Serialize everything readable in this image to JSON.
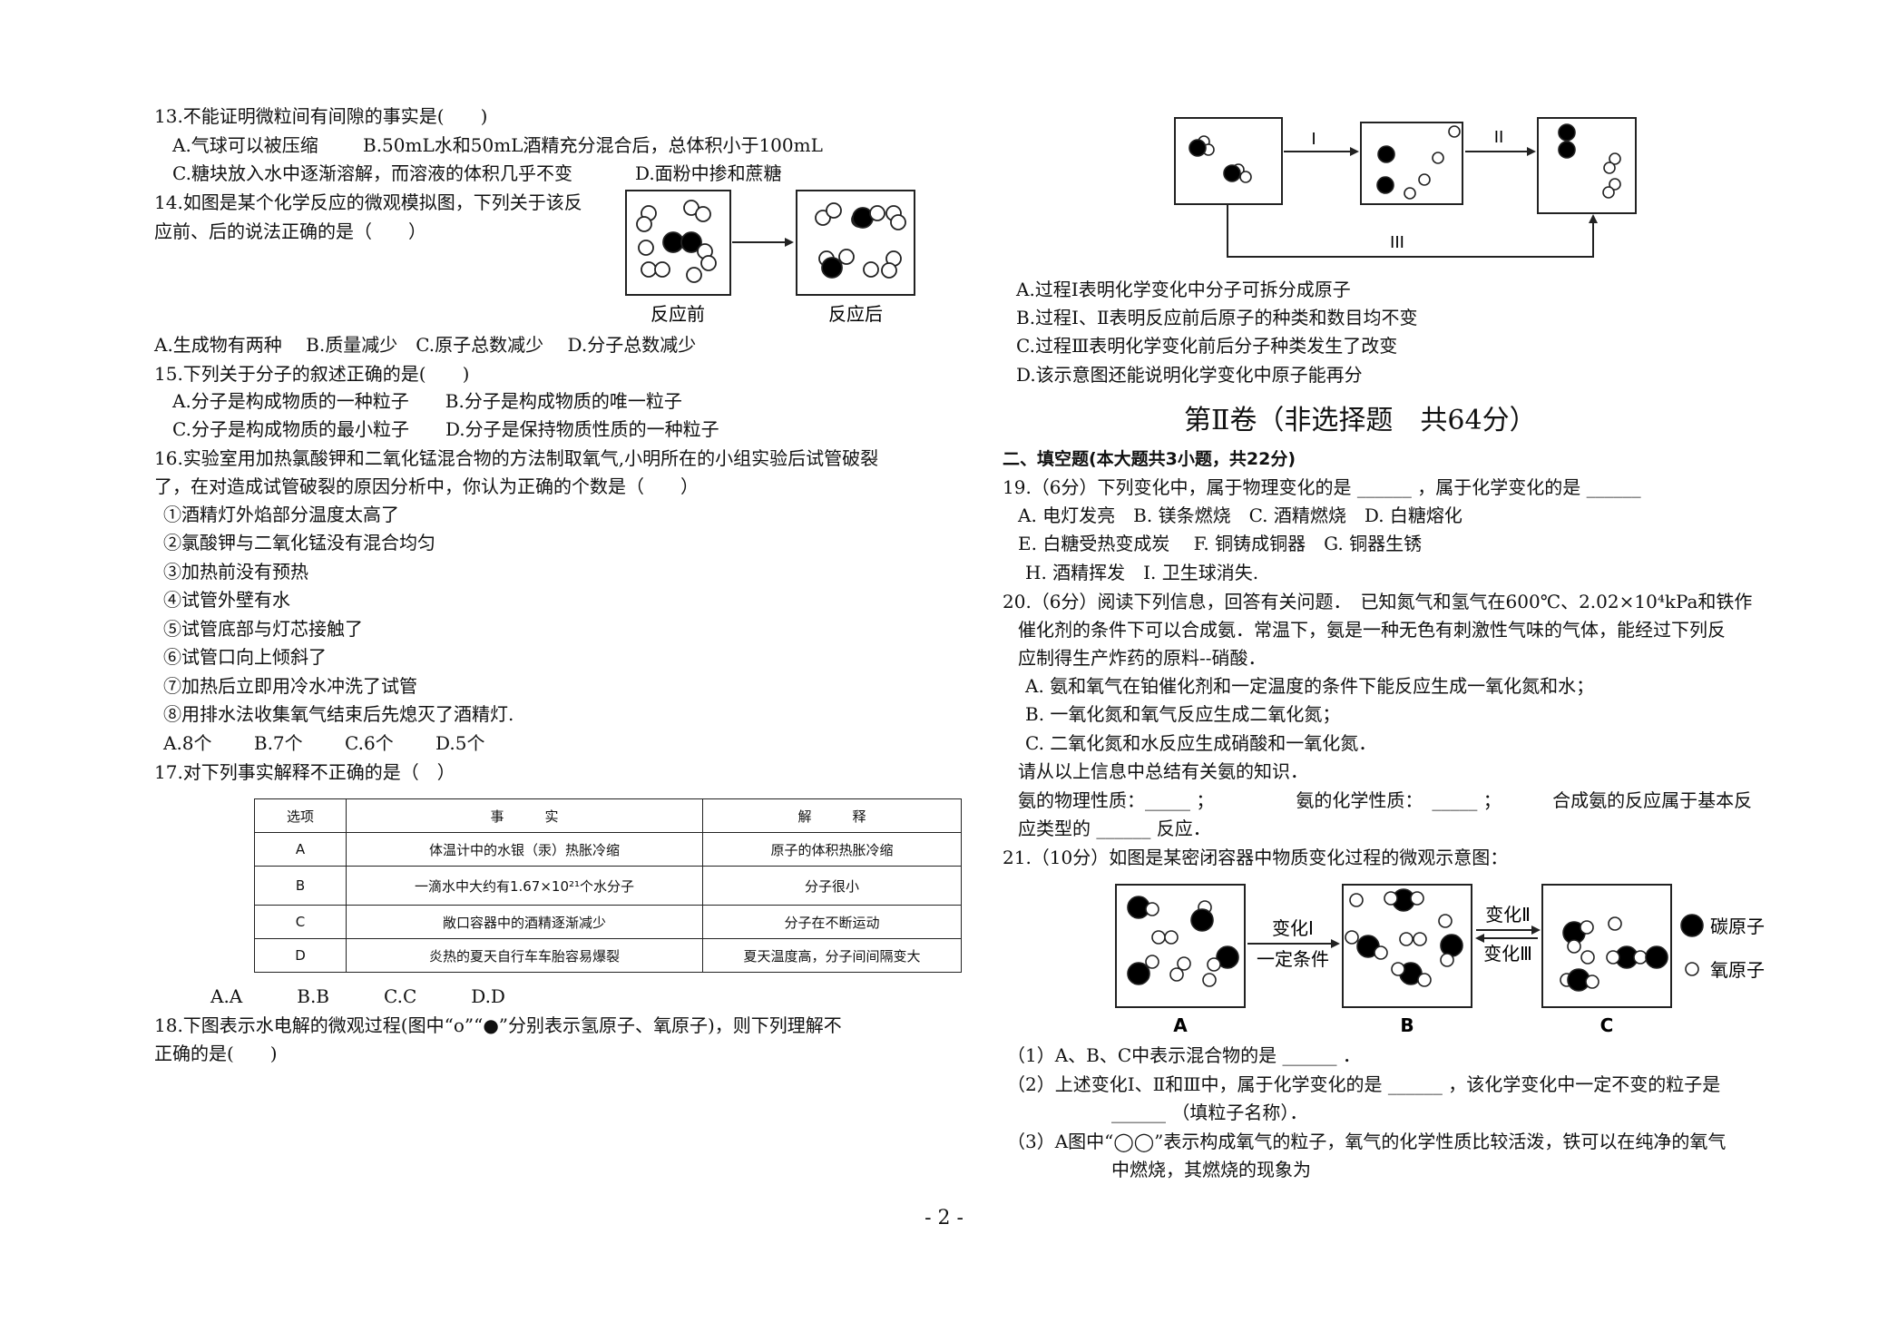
{
  "left": {
    "q13": {
      "stem": "13.不能证明微粒间有间隙的事实是(　　)",
      "a": "A.气球可以被压缩",
      "b": "B.50mL水和50mL酒精充分混合后，总体积小于100mL",
      "c": "C.糖块放入水中逐渐溶解，而溶液的体积几乎不变",
      "d": "D.面粉中掺和蔗糖"
    },
    "q14": {
      "stem1": "14.如图是某个化学反应的微观模拟图，下列关于该反",
      "stem2": "应前、后的说法正确的是（　　）",
      "label_before": "反应前",
      "label_after": "反应后",
      "options": "A.生成物有两种　 B.质量减少　C.原子总数减少　 D.分子总数减少"
    },
    "q15": {
      "stem": "15.下列关于分子的叙述正确的是(　　)",
      "ab": "A.分子是构成物质的一种粒子　　B.分子是构成物质的唯一粒子",
      "cd": "C.分子是构成物质的最小粒子　　D.分子是保持物质性质的一种粒子"
    },
    "q16": {
      "stem1": "16.实验室用加热氯酸钾和二氧化锰混合物的方法制取氧气,小明所在的小组实验后试管破裂",
      "stem2": "了，在对造成试管破裂的原因分析中，你认为正确的个数是（　　）",
      "items": [
        "①酒精灯外焰部分温度太高了",
        "②氯酸钾与二氧化锰没有混合均匀",
        "③加热前没有预热",
        "④试管外壁有水",
        "⑤试管底部与灯芯接触了",
        "⑥试管口向上倾斜了",
        "⑦加热后立即用冷水冲洗了试管",
        "⑧用排水法收集氧气结束后先熄灭了酒精灯."
      ],
      "options": "A.8个　　 B.7个　　 C.6个　　 D.5个"
    },
    "q17": {
      "stem": "17.对下列事实解释不正确的是（　）",
      "headers": [
        "选项",
        "事　　　实",
        "解　　　释"
      ],
      "rows": [
        [
          "A",
          "体温计中的水银（汞）热胀冷缩",
          "原子的体积热胀冷缩"
        ],
        [
          "B",
          "一滴水中大约有1.67×10²¹个水分子",
          "分子很小"
        ],
        [
          "C",
          "敞口容器中的酒精逐渐减少",
          "分子在不断运动"
        ],
        [
          "D",
          "炎热的夏天自行车车胎容易爆裂",
          "夏天温度高，分子间间隔变大"
        ]
      ],
      "options": "A.A　　　B.B　　　C.C　　　D.D"
    },
    "q18": {
      "stem1": "18.下图表示水电解的微观过程(图中“o”“●”分别表示氢原子、氧原子)，则下列理解不",
      "stem2": "正确的是(　　)"
    }
  },
  "right": {
    "q18fig": {
      "label1": "I",
      "label2": "II",
      "label3": "III"
    },
    "q18opts": [
      "A.过程I表明化学变化中分子可拆分成原子",
      "B.过程Ⅰ、Ⅱ表明反应前后原子的种类和数目均不变",
      "C.过程Ⅲ表明化学变化前后分子种类发生了改变",
      "D.该示意图还能说明化学变化中原子能再分"
    ],
    "part2_title": "第Ⅱ卷（非选择题　共64分）",
    "section2": "二、填空题(本大题共3小题，共22分)",
    "q19": {
      "stem": "19.（6分）下列变化中，属于物理变化的是 ______ ，属于化学变化的是 ______",
      "row1": "A. 电灯发亮　B. 镁条燃烧　C. 酒精燃烧　D. 白糖熔化",
      "row2": "E. 白糖受热变成炭　 F. 铜铸成铜器　G. 铜器生锈",
      "row3": "H. 酒精挥发　I. 卫生球消失."
    },
    "q20": {
      "line1": "20.（6分）阅读下列信息，回答有关问题．　已知氮气和氢气在600℃、2.02×10⁴kPa和铁作",
      "line2": "催化剂的条件下可以合成氨．常温下，氨是一种无色有刺激性气味的气体，能经过下列反",
      "line3": "应制得生产炸药的原料--硝酸．",
      "a": "A. 氨和氧气在铂催化剂和一定温度的条件下能反应生成一氧化氮和水；",
      "b": "B. 一氧化氮和氧气反应生成二氧化氮；",
      "c": "C. 二氧化氮和水反应生成硝酸和一氧化氮．",
      "summary": "请从以上信息中总结有关氨的知识．",
      "fill1": "氨的物理性质：_____ ；　　　　　氨的化学性质：　_____ ；　　　 合成氨的反应属于基本反",
      "fill2": "应类型的 ______ 反应．"
    },
    "q21": {
      "stem": "21.（10分）如图是某密闭容器中物质变化过程的微观示意图：",
      "change1": "变化Ⅰ",
      "cond": "一定条件",
      "change2": "变化Ⅱ",
      "change3": "变化Ⅲ",
      "label_a": "A",
      "label_b": "B",
      "label_c": "C",
      "legend_c": "碳原子",
      "legend_o": "氧原子",
      "p1": "（1）A、B、C中表示混合物的是 ______ ．",
      "p2a": "（2）上述变化Ⅰ、Ⅱ和Ⅲ中，属于化学变化的是 ______ ，该化学变化中一定不变的粒子是",
      "p2b": "______ （填粒子名称）．",
      "p3a": "（3）A图中“◯◯”表示构成氧气的粒子，氧气的化学性质比较活泼，铁可以在纯净的氧气",
      "p3b": "中燃烧，其燃烧的现象为"
    }
  },
  "page_number": "- 2 -"
}
